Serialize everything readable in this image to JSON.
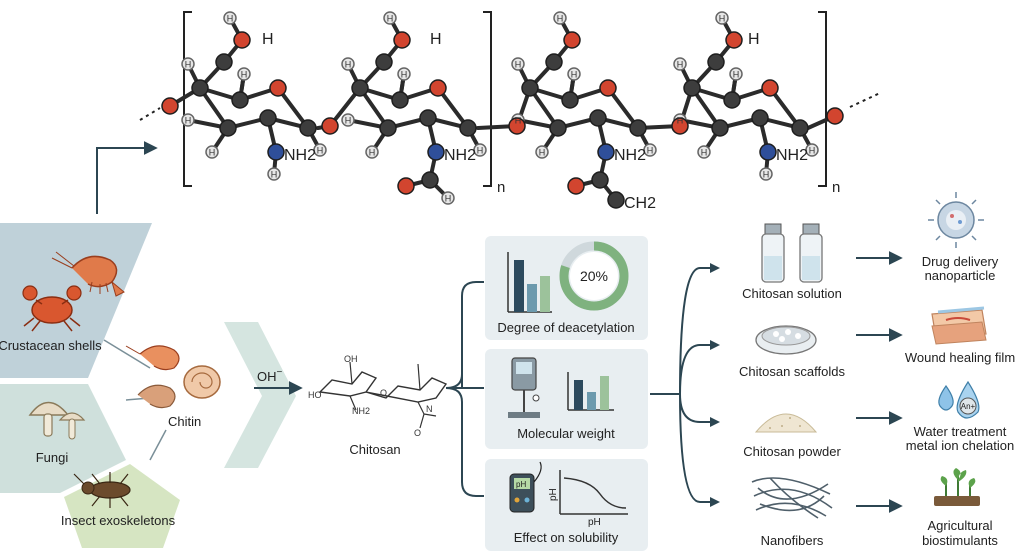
{
  "polymer": {
    "subscript_n": "n",
    "atom_labels": {
      "hydroxyl": "OH",
      "hydrogen": "H",
      "amine": "NH2",
      "methyl": "CH2"
    }
  },
  "sources": {
    "crustacean": "Crustacean shells",
    "fungi": "Fungi",
    "insect": "Insect exoskeletons"
  },
  "chitin_label": "Chitin",
  "process": {
    "reagent": "OH",
    "reagent_charge": "−"
  },
  "chitosan": {
    "label": "Chitosan",
    "structure_labels": [
      "OH",
      "HO",
      "O",
      "NH2",
      "N",
      "O"
    ]
  },
  "properties": {
    "degree": {
      "label": "Degree of deacetylation",
      "percent_text": "20%",
      "percent_value": 20
    },
    "molecular_weight": {
      "label": "Molecular weight"
    },
    "solubility": {
      "label": "Effect on solubility",
      "axis_y": "pH",
      "axis_x": "pH",
      "meter_text": "pH"
    }
  },
  "forms": [
    {
      "label": "Chitosan solution",
      "icon": "vial-icon"
    },
    {
      "label": "Chitosan scaffolds",
      "icon": "petri-dish-icon"
    },
    {
      "label": "Chitosan powder",
      "icon": "powder-pile-icon"
    },
    {
      "label": "Nanofibers",
      "icon": "nanofiber-icon"
    }
  ],
  "applications": [
    {
      "line1": "Drug delivery",
      "line2": "nanoparticle",
      "icon": "nanoparticle-icon"
    },
    {
      "line1": "Wound healing film",
      "line2": "",
      "icon": "wound-film-icon"
    },
    {
      "line1": "Water treatment",
      "line2": "metal ion chelation",
      "icon": "water-drop-icon",
      "ion_text": "An+"
    },
    {
      "line1": "Agricultural",
      "line2": "biostimulants",
      "icon": "seedling-icon"
    }
  ],
  "colors": {
    "oxygen": "#d2452f",
    "nitrogen": "#2f4f9a",
    "carbon": "#3d3d3d",
    "hydrogen": "#e6e6e6",
    "arrow": "#2c4652",
    "crust_band": "#bfd1d9",
    "fungi_band": "#cfe0dc",
    "insect_band": "#d6e5c2",
    "process_band": "#d5e5e0",
    "panel_bg": "#e8eef1",
    "bar_dark": "#2c4a5e",
    "bar_mid": "#6c9aae",
    "bar_light": "#9cc29b"
  }
}
